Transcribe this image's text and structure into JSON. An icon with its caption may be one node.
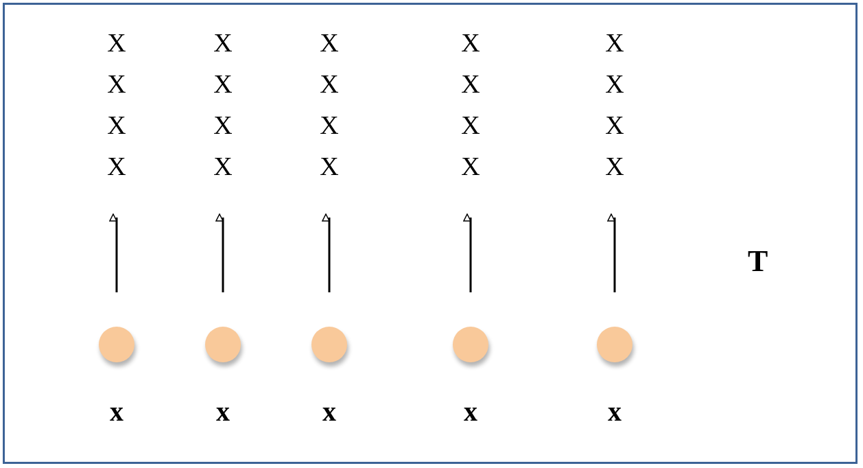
{
  "diagram": {
    "nodes": [
      {
        "text": [
          "X X X X"
        ]
      },
      {
        "text": [
          "X X X X"
        ]
      },
      {
        "text": [
          "X X X X"
        ]
      },
      {
        "text": [
          "X X X X"
        ]
      },
      {
        "text": [
          "X X X X"
        ]
      },
      {
        "text": [],
        "shape": "circle",
        "beside": [
          "x"
        ]
      },
      {
        "text": [],
        "shape": "circle",
        "beside": [
          "x"
        ]
      },
      {
        "text": [],
        "shape": "circle",
        "beside": [
          "x"
        ]
      },
      {
        "text": [],
        "shape": "circle",
        "beside": [
          "x"
        ]
      },
      {
        "text": [],
        "shape": "circle",
        "beside": [
          "x"
        ]
      }
    ],
    "edges": [
      {
        "from": 5,
        "to": 0,
        "arrow": "to"
      },
      {
        "from": 6,
        "to": 1,
        "arrow": "to"
      },
      {
        "from": 7,
        "to": 2,
        "arrow": "to"
      },
      {
        "from": 8,
        "to": 3,
        "arrow": "to"
      },
      {
        "from": 9,
        "to": 4,
        "arrow": "to"
      }
    ],
    "labels": [
      "T"
    ]
  }
}
